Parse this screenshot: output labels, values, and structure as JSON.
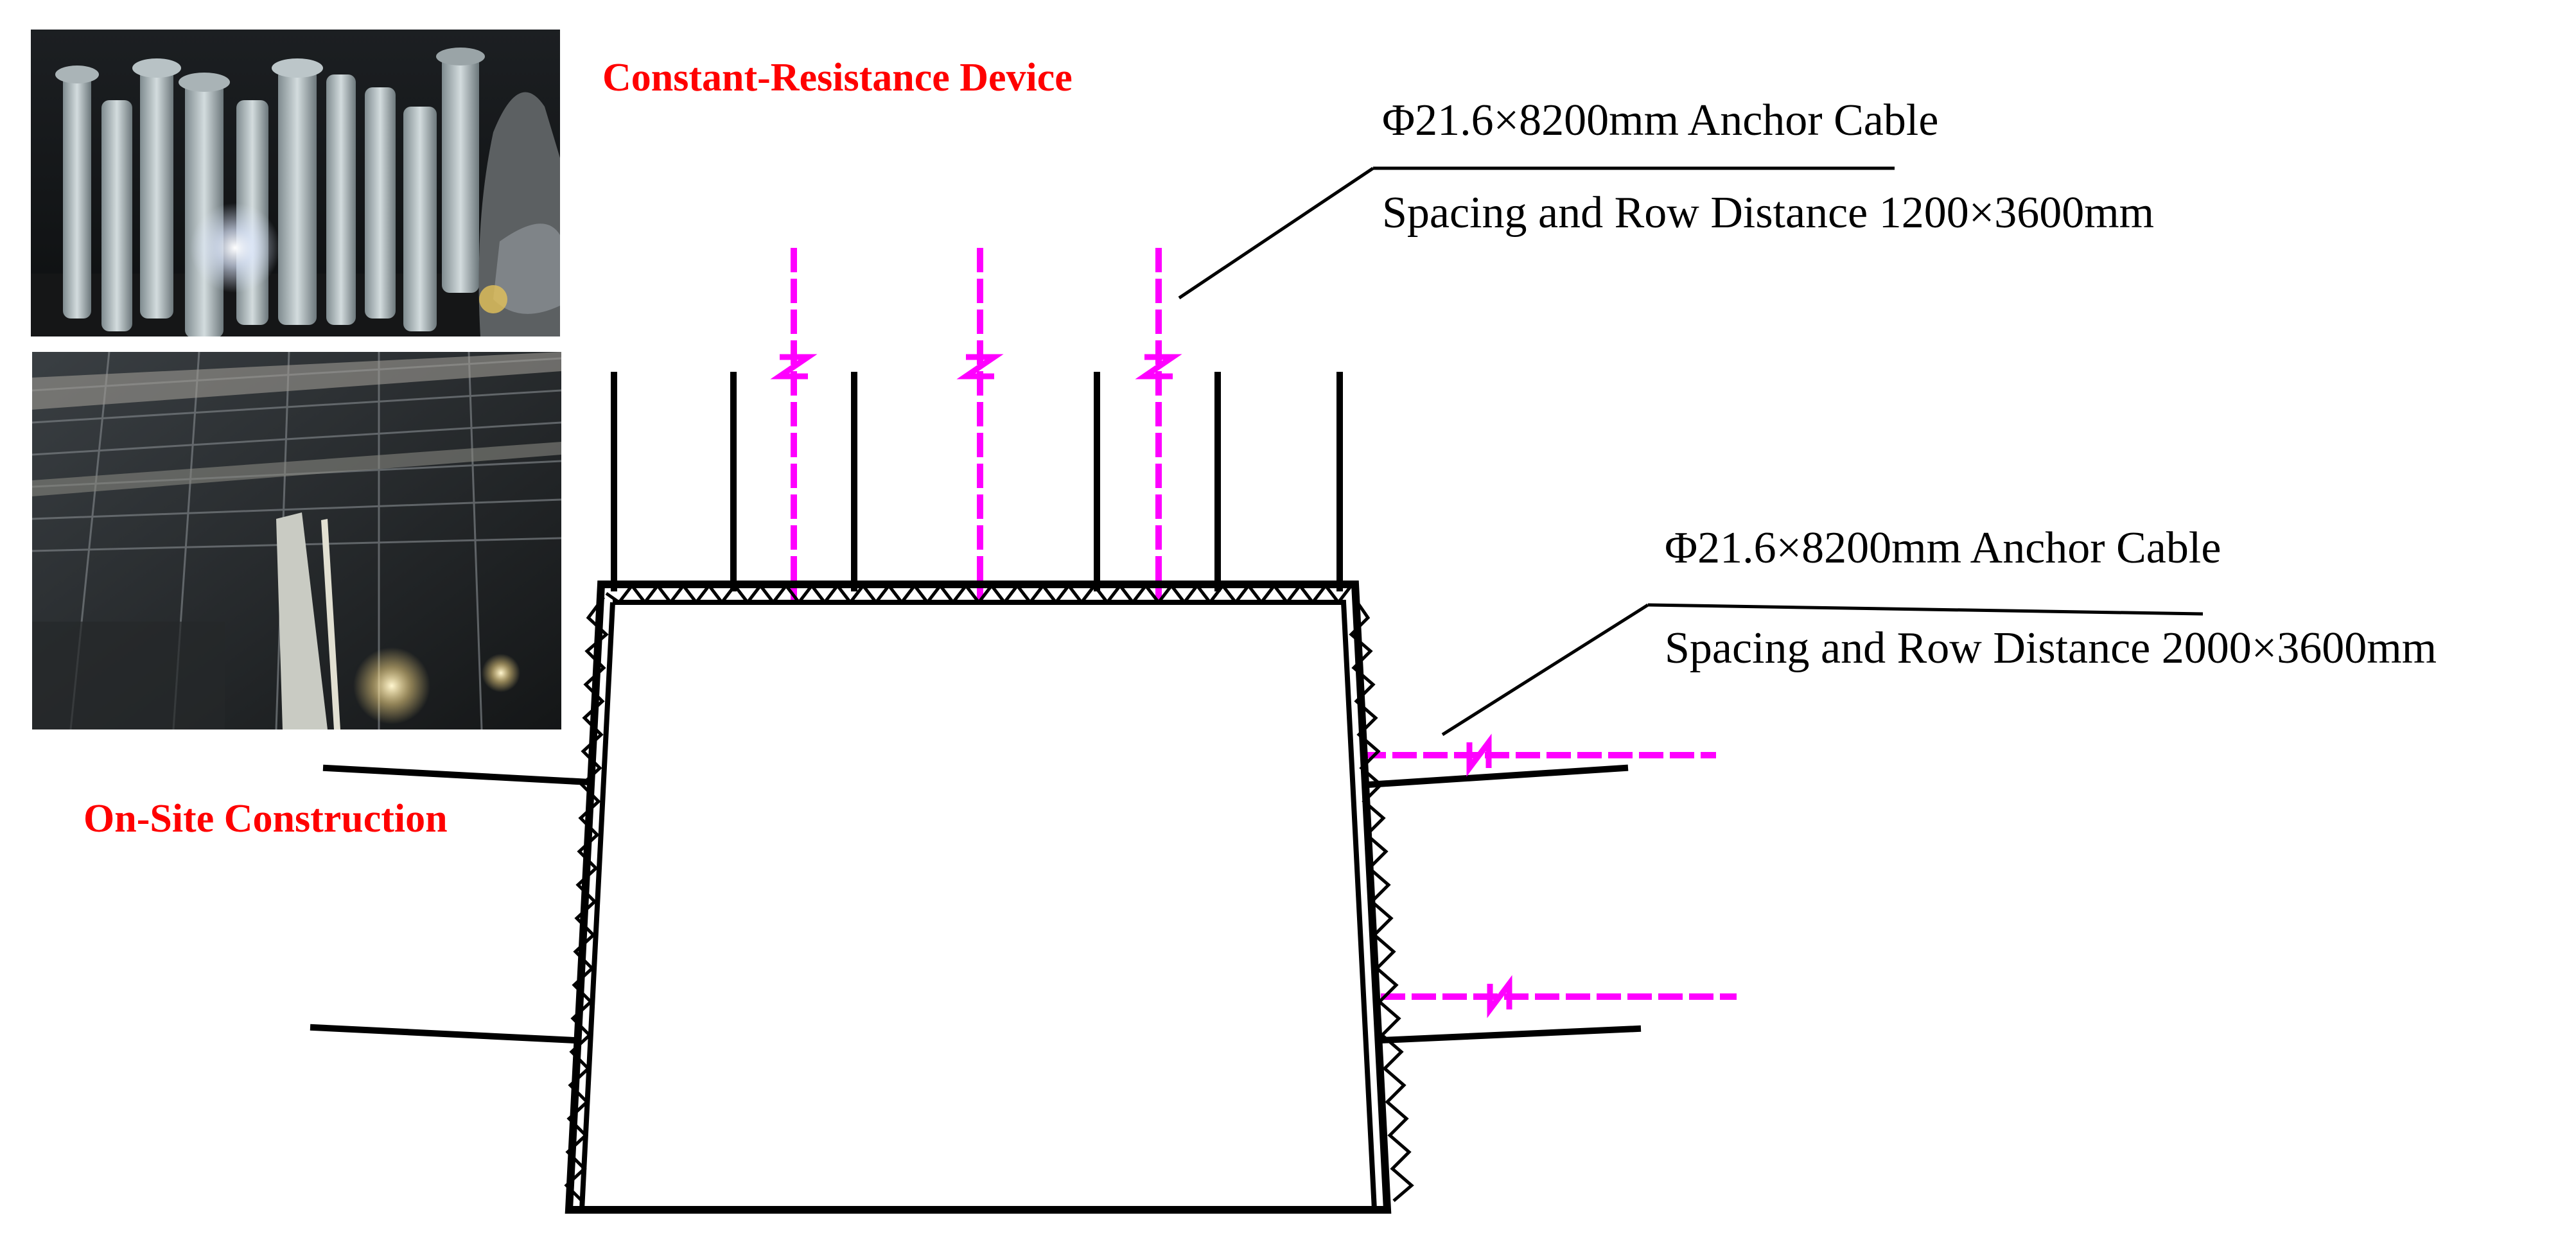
{
  "photos": {
    "device_photo_alt": "",
    "site_photo_alt": ""
  },
  "labels": {
    "device": "Constant-Resistance Device",
    "site": "On-Site Construction",
    "roof_cable": "Φ21.6×8200mm Anchor Cable",
    "roof_spacing": "Spacing and Row Distance 1200×3600mm",
    "rib_cable": "Φ21.6×8200mm Anchor Cable",
    "rib_spacing": "Spacing and Row Distance 2000×3600mm"
  },
  "colors": {
    "label_red": "#ff0000",
    "cable_magenta": "#ff00ff",
    "bolt_black": "#000000",
    "line_black": "#000000"
  }
}
